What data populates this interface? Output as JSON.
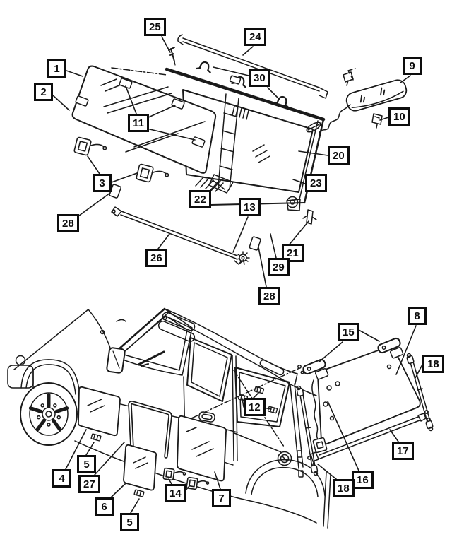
{
  "colors": {
    "ink": "#1a1a1a",
    "paper": "#ffffff",
    "callout_border": "#0d0d0d",
    "callout_background": "#ffffff"
  },
  "callouts": {
    "c1": "1",
    "c2": "2",
    "c3": "3",
    "c4": "4",
    "c5a": "5",
    "c5b": "5",
    "c6": "6",
    "c7": "7",
    "c8": "8",
    "c9": "9",
    "c10": "10",
    "c11": "11",
    "c12": "12",
    "c13": "13",
    "c14": "14",
    "c15": "15",
    "c16": "16",
    "c17": "17",
    "c18a": "18",
    "c18b": "18",
    "c20": "20",
    "c21": "21",
    "c22": "22",
    "c23": "23",
    "c24": "24",
    "c25": "25",
    "c26": "26",
    "c27": "27",
    "c28a": "28",
    "c28b": "28",
    "c29": "29",
    "c30": "30"
  }
}
